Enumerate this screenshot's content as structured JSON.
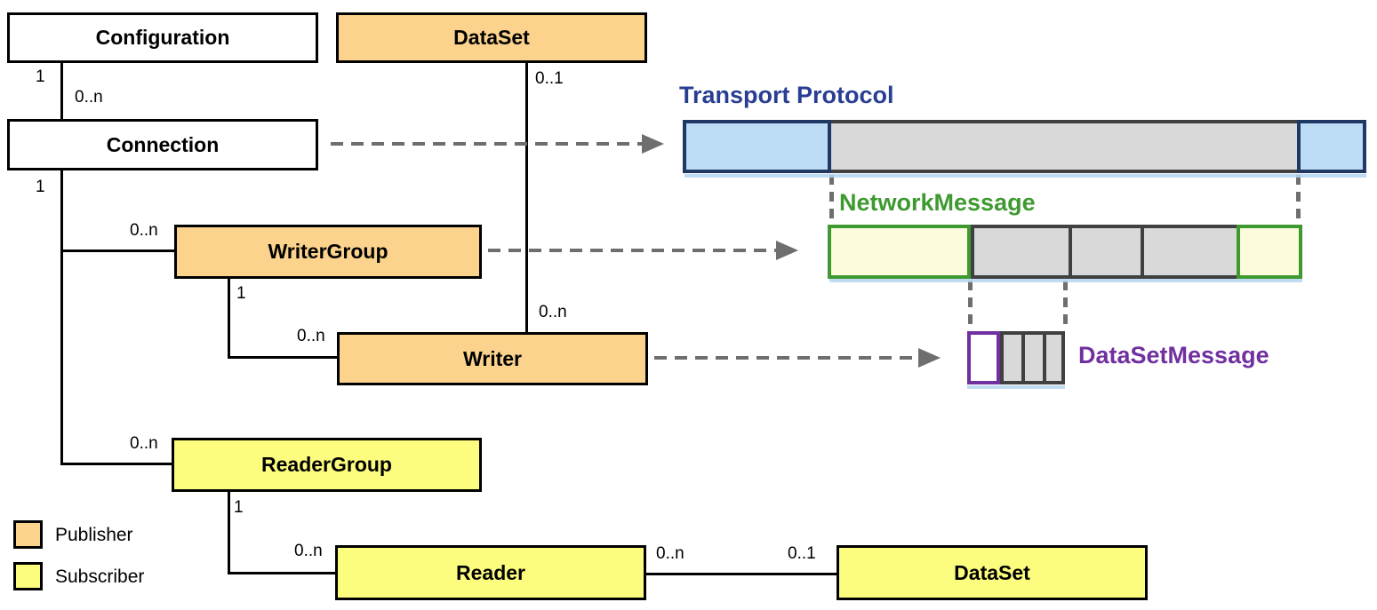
{
  "nodes": {
    "configuration": {
      "label": "Configuration",
      "role": "configuration"
    },
    "dataset_top": {
      "label": "DataSet",
      "role": "publisher"
    },
    "connection": {
      "label": "Connection",
      "role": "configuration"
    },
    "writer_group": {
      "label": "WriterGroup",
      "role": "publisher"
    },
    "writer": {
      "label": "Writer",
      "role": "publisher"
    },
    "reader_group": {
      "label": "ReaderGroup",
      "role": "subscriber"
    },
    "reader": {
      "label": "Reader",
      "role": "subscriber"
    },
    "dataset_bottom": {
      "label": "DataSet",
      "role": "subscriber"
    }
  },
  "multiplicities": {
    "configuration_side": "1",
    "connection_side": "0..n",
    "dataset_top_side": "0..1",
    "connection_trunk_side": "1",
    "writergroup_target": "0..n",
    "writergroup_source": "1",
    "writer_target": "0..n",
    "writer_dataset_target": "0..n",
    "readergroup_target": "0..n",
    "readergroup_source": "1",
    "reader_target": "0..n",
    "reader_source": "0..n",
    "dataset_bottom_target": "0..1"
  },
  "message_layers": {
    "transport_protocol": {
      "label": "Transport Protocol",
      "label_color": "#293E93",
      "header_fill": "#BDDCF5",
      "border_color": "#1F3864",
      "payload_fill": "#D9D9D9",
      "payload_segments": 1,
      "has_trailer": true
    },
    "network_message": {
      "label": "NetworkMessage",
      "label_color": "#3E9A30",
      "header_fill": "#FCFCDC",
      "border_color": "#3E9A30",
      "payload_fill": "#D9D9D9",
      "payload_segments": 3,
      "has_trailer": true
    },
    "dataset_message": {
      "label": "DataSetMessage",
      "label_color": "#7030A0",
      "header_fill": "#FFFFFF",
      "border_color": "#7030A0",
      "payload_fill": "#D9D9D9",
      "payload_segments": 3,
      "has_trailer": false
    }
  },
  "legend": {
    "publisher": "Publisher",
    "subscriber": "Subscriber"
  },
  "colors": {
    "publisher_orange": "#FBD38D",
    "subscriber_yellow": "#FCFC7E",
    "network_cream": "#FCFCDC",
    "transport_light_blue": "#BDDCF5",
    "transport_dark_blue": "#1F3864",
    "transport_label_blue": "#293E93",
    "network_green": "#3E9A30",
    "dataset_purple": "#7030A0",
    "payload_gray_fill": "#D9D9D9",
    "payload_gray_border": "#404040",
    "arrow_gray": "#6E6E6E",
    "node_border_black": "#000000"
  }
}
